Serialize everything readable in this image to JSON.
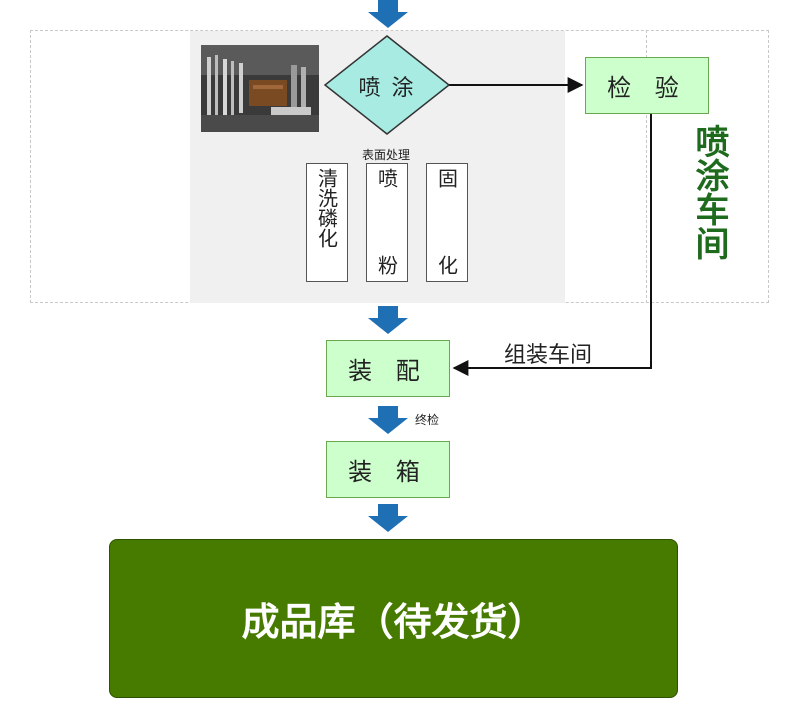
{
  "nodes": {
    "spray": "喷 涂",
    "inspect": "检 验",
    "assemble": "装 配",
    "pack": "装 箱",
    "warehouse": "成品库（待发货）"
  },
  "surface_treatment": {
    "label": "表面处理",
    "steps": [
      {
        "chars": [
          "清",
          "洗",
          "磷",
          "化"
        ]
      },
      {
        "chars": [
          "喷",
          "粉"
        ]
      },
      {
        "chars": [
          "固",
          "化"
        ]
      }
    ]
  },
  "labels": {
    "workshop_side": "喷涂车间",
    "assembly_workshop": "组装车间",
    "final_inspection": "终检"
  },
  "colors": {
    "arrow_blue": "#1f6fb5",
    "diamond_fill": "#a7ebe3",
    "box_fill": "#ccffcc",
    "final_fill": "#467b00",
    "side_text": "#1e6b1e"
  },
  "photo": {
    "icon": "workshop-photo"
  }
}
